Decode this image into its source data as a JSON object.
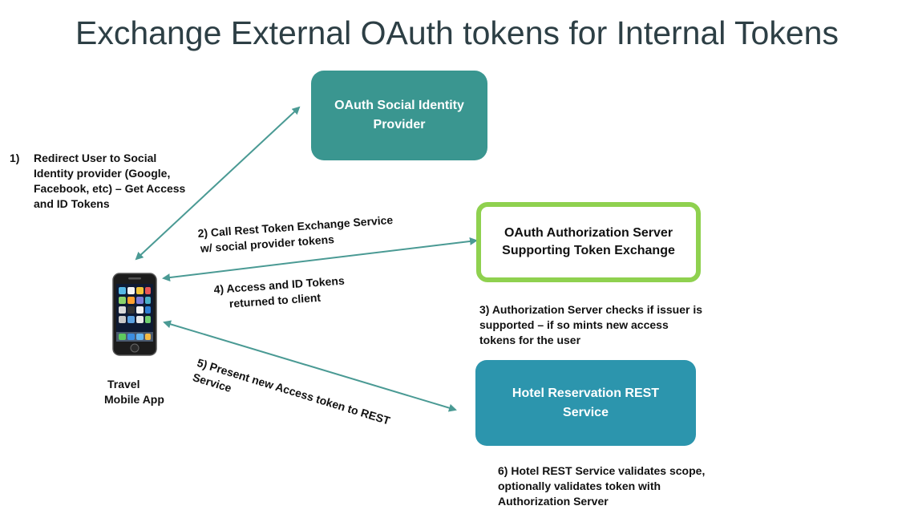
{
  "title": "Exchange External OAuth tokens for Internal Tokens",
  "boxes": {
    "social_provider": [
      "OAuth Social Identity",
      "Provider"
    ],
    "auth_server": [
      "OAuth Authorization Server",
      "Supporting Token Exchange"
    ],
    "hotel_service": [
      "Hotel Reservation REST",
      "Service"
    ]
  },
  "steps": {
    "step1_number": "1)",
    "step1": [
      "Redirect User to Social",
      "Identity provider (Google,",
      "Facebook, etc) – Get Access",
      "and ID Tokens"
    ],
    "step2": [
      "2) Call Rest Token Exchange Service",
      "w/ social provider tokens"
    ],
    "step3": [
      "3) Authorization Server checks if issuer is",
      "supported – if so mints new access",
      "tokens for the user"
    ],
    "step4": [
      "4) Access and ID Tokens",
      "returned to client"
    ],
    "step5": [
      "5) Present new Access token to REST",
      "Service"
    ],
    "step6": [
      "6) Hotel REST Service validates scope,",
      "optionally validates token with",
      "Authorization Server"
    ]
  },
  "client": {
    "label": [
      "Travel",
      "Mobile App"
    ]
  },
  "colors": {
    "arrow": "#4a9a94",
    "teal_box": "#3a9690",
    "auth_border": "#8fd14f",
    "blue_box": "#2c95ad",
    "title": "#2d3f45"
  },
  "icons": {
    "client_device": "smartphone-icon"
  }
}
